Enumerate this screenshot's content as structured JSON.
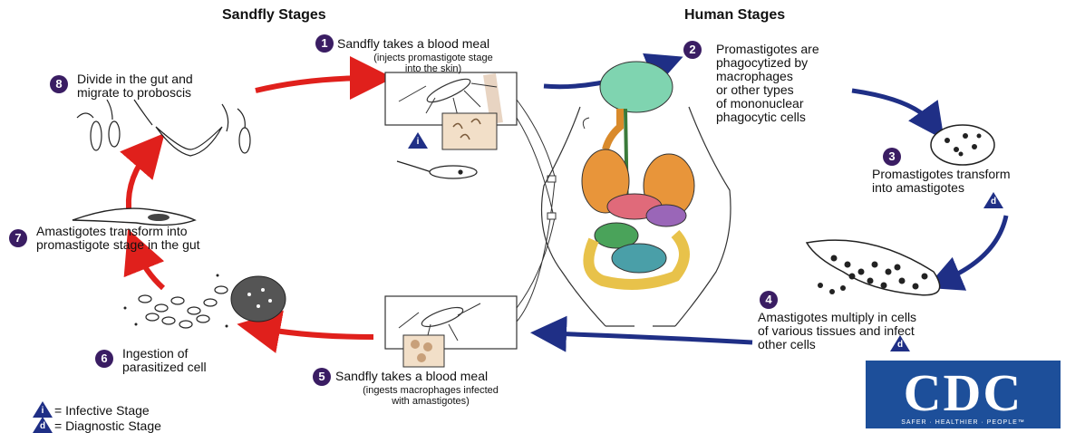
{
  "headers": {
    "sandfly": "Sandfly Stages",
    "human": "Human Stages"
  },
  "steps": [
    {
      "num": "1",
      "title": "Sandfly takes a blood meal",
      "sub1": "(injects promastigote stage",
      "sub2": "into the skin)"
    },
    {
      "num": "2",
      "line1": "Promastigotes are",
      "line2": "phagocytized by",
      "line3": "macrophages",
      "line4": "or other types",
      "line5": "of mononuclear",
      "line6": "phagocytic cells"
    },
    {
      "num": "3",
      "line1": "Promastigotes transform",
      "line2": "into amastigotes"
    },
    {
      "num": "4",
      "line1": "Amastigotes multiply in cells",
      "line2": "of various tissues and infect",
      "line3": "other cells"
    },
    {
      "num": "5",
      "title": "Sandfly takes a blood meal",
      "sub1": "(ingests macrophages infected",
      "sub2": "with amastigotes)"
    },
    {
      "num": "6",
      "line1": "Ingestion of",
      "line2": "parasitized cell"
    },
    {
      "num": "7",
      "line1": "Amastigotes transform into",
      "line2": "promastigote stage in  the gut"
    },
    {
      "num": "8",
      "line1": "Divide in the gut and",
      "line2": "migrate to proboscis"
    }
  ],
  "markers": {
    "infective": "i",
    "diagnostic": "d"
  },
  "legend": {
    "infective_label": "= Infective Stage",
    "diagnostic_label": "= Diagnostic Stage"
  },
  "logo": {
    "text": "CDC",
    "tagline": "SAFER · HEALTHIER · PEOPLE™"
  },
  "colors": {
    "sandfly_arrow": "#e0201c",
    "human_arrow": "#1f2f86",
    "marker": "#1f2f86",
    "step_circle": "#3a1d63",
    "logo_bg": "#1d4f9a"
  }
}
